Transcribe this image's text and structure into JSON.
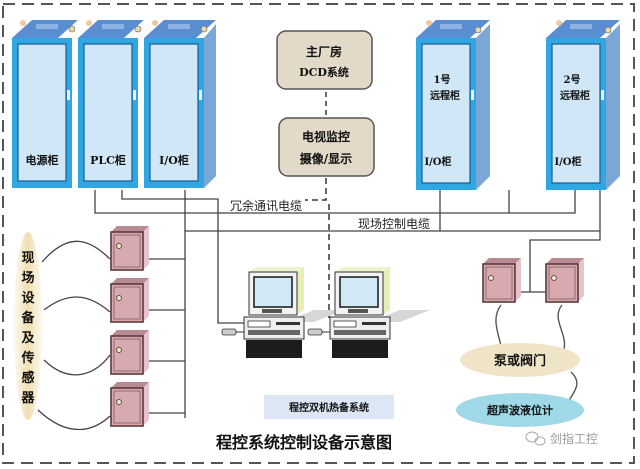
{
  "title": "程控系统控制设备示意图",
  "watermark": "剑指工控",
  "main_cabinets": [
    {
      "label": "电源柜"
    },
    {
      "label": "PLC柜"
    },
    {
      "label": "I/O柜"
    }
  ],
  "remote_cabinets": [
    {
      "line1": "1号",
      "line2": "远程柜",
      "bottom": "I/O柜"
    },
    {
      "line1": "2号",
      "line2": "远程柜",
      "bottom": "I/O柜"
    }
  ],
  "dcs_box": {
    "line1": "主厂房",
    "line2": "DCD系统"
  },
  "cctv_box": {
    "line1": "电视监控",
    "line2": "摄像/显示"
  },
  "cables": {
    "redundant": "冗余通讯电缆",
    "field_control": "现场控制电缆"
  },
  "field_devices_label": "现场设备及传感器",
  "field_devices_chars": [
    "现",
    "场",
    "设",
    "备",
    "及",
    "传",
    "感",
    "器"
  ],
  "workstations_label": "程控双机热备系统",
  "pump_valve_label": "泵或阀门",
  "level_meter_label": "超声波液位计",
  "colors": {
    "cabinet_front": "#4a9ee8",
    "cabinet_glass": "#cfe7f7",
    "cabinet_side": "#7aa6d8",
    "box_fill": "#e2d9c8",
    "junction_box": "#d9a9b0",
    "field_oval": "#f3e3b8",
    "level_oval": "#9fd9e8",
    "workstation_label_bg": "#dde6f5"
  }
}
